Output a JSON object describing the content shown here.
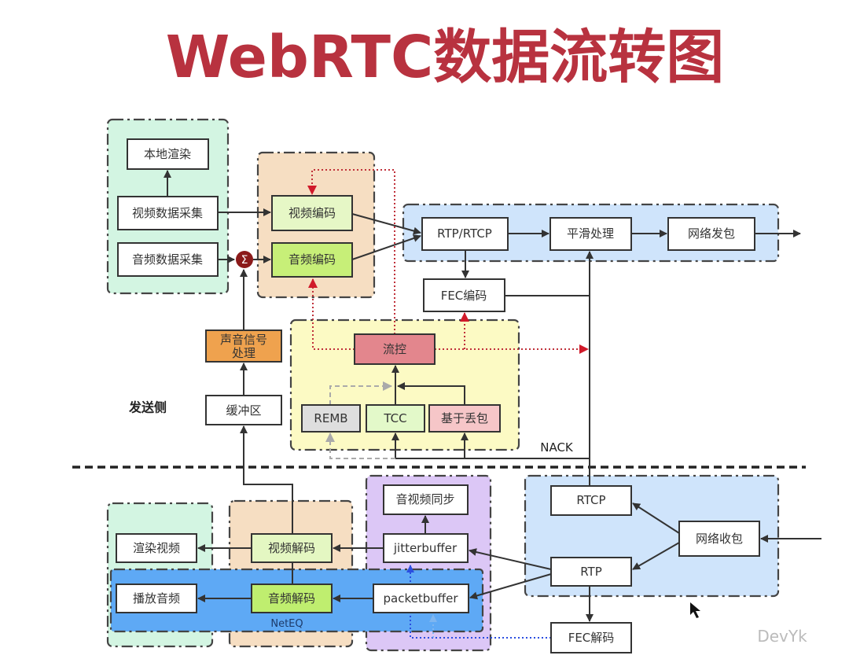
{
  "title": "WebRTC数据流转图",
  "colors": {
    "title": "#b8323f",
    "accent_red": "#c0303a",
    "neteq": "#5ea9f5"
  },
  "sender": {
    "side_label": "发送侧",
    "local_render": "本地渲染",
    "video_capture": "视频数据采集",
    "audio_capture": "音频数据采集",
    "mixer_symbol": "Σ",
    "video_encode": "视频编码",
    "audio_encode": "音频编码",
    "rtp_rtcp": "RTP/RTCP",
    "smoothing": "平滑处理",
    "network_send": "网络发包",
    "fec_encode": "FEC编码",
    "flow_control": "流控",
    "remb": "REMB",
    "tcc": "TCC",
    "loss_based": "基于丢包",
    "audio_processing_1": "声音信号",
    "audio_processing_2": "处理",
    "buffer": "缓冲区",
    "nack": "NACK"
  },
  "receiver": {
    "render_video": "渲染视频",
    "play_audio": "播放音频",
    "video_decode": "视频解码",
    "audio_decode": "音频解码",
    "av_sync": "音视频同步",
    "jitterbuffer": "jitterbuffer",
    "packetbuffer": "packetbuffer",
    "neteq": "NetEQ",
    "rtcp": "RTCP",
    "network_recv": "网络收包",
    "rtp": "RTP",
    "fec_decode": "FEC解码"
  },
  "watermark": "DevYk"
}
